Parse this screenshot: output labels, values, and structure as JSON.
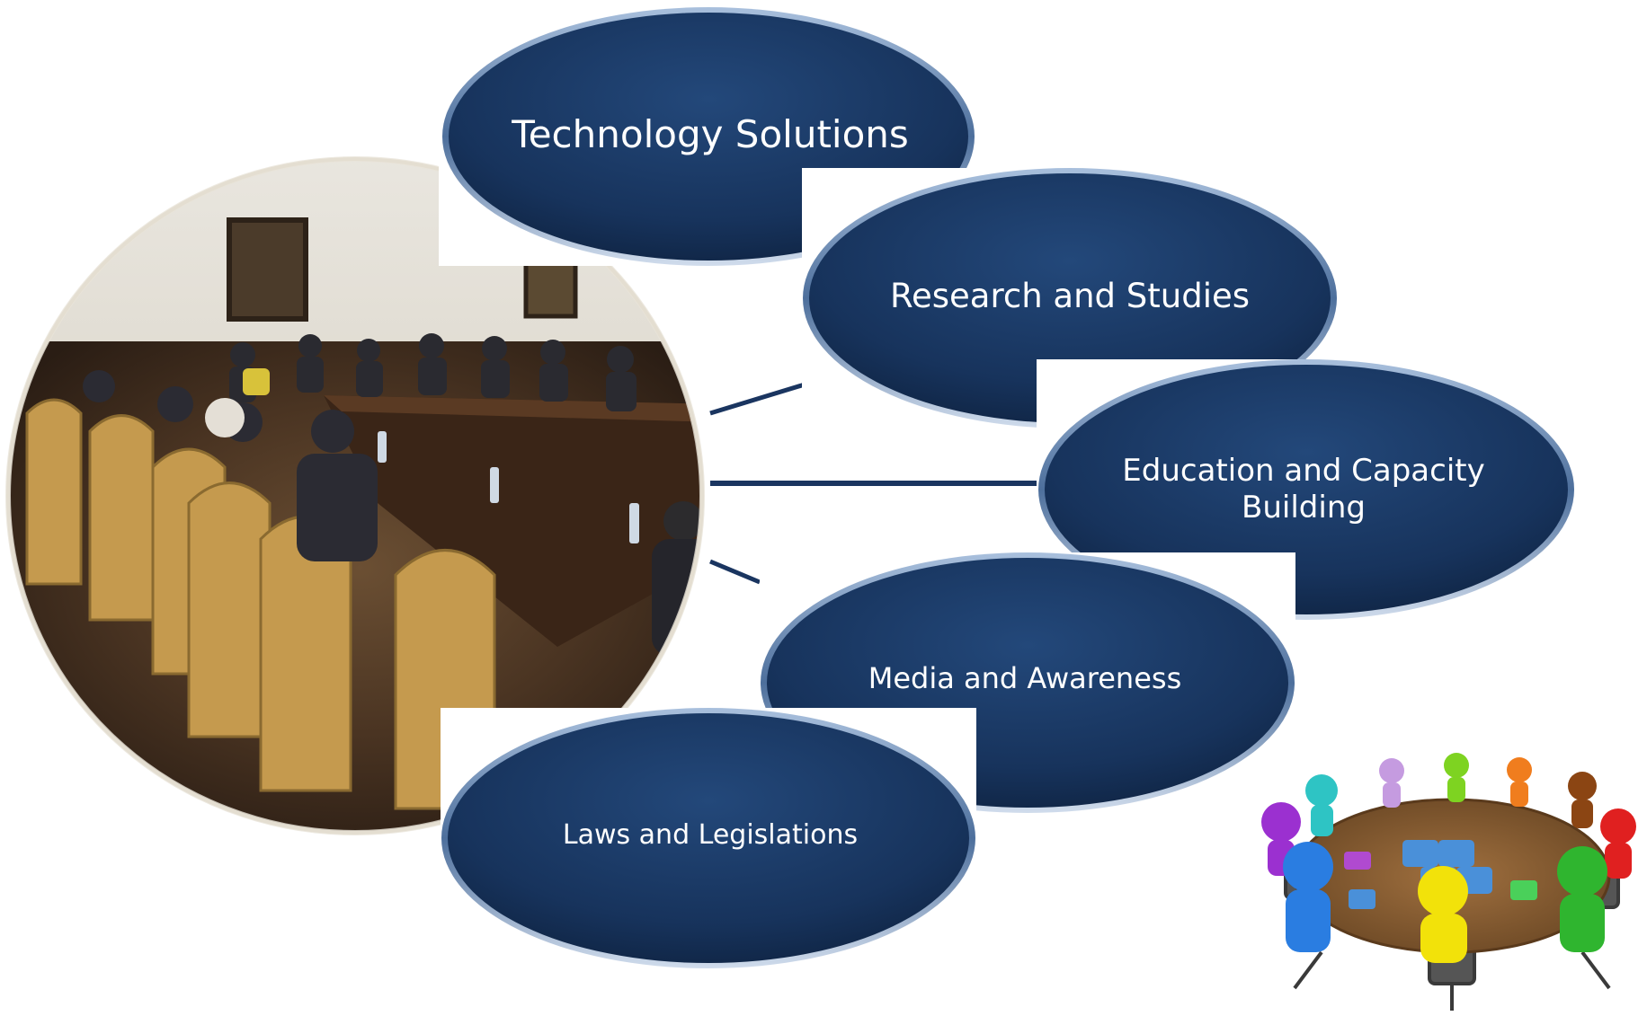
{
  "ellipses": [
    {
      "label": "Technology Solutions"
    },
    {
      "label": "Research and Studies"
    },
    {
      "label": "Education and Capacity Building"
    },
    {
      "label": "Media and Awareness"
    },
    {
      "label": "Laws and Legislations"
    }
  ],
  "colors": {
    "ellipse_fill": "#17335c",
    "ellipse_highlight": "#2e5a8c",
    "connector": "#1a3560"
  },
  "images": {
    "meeting_photo": "meeting-room-photo",
    "round_table_clipart": "round-table-puzzle-clipart"
  }
}
